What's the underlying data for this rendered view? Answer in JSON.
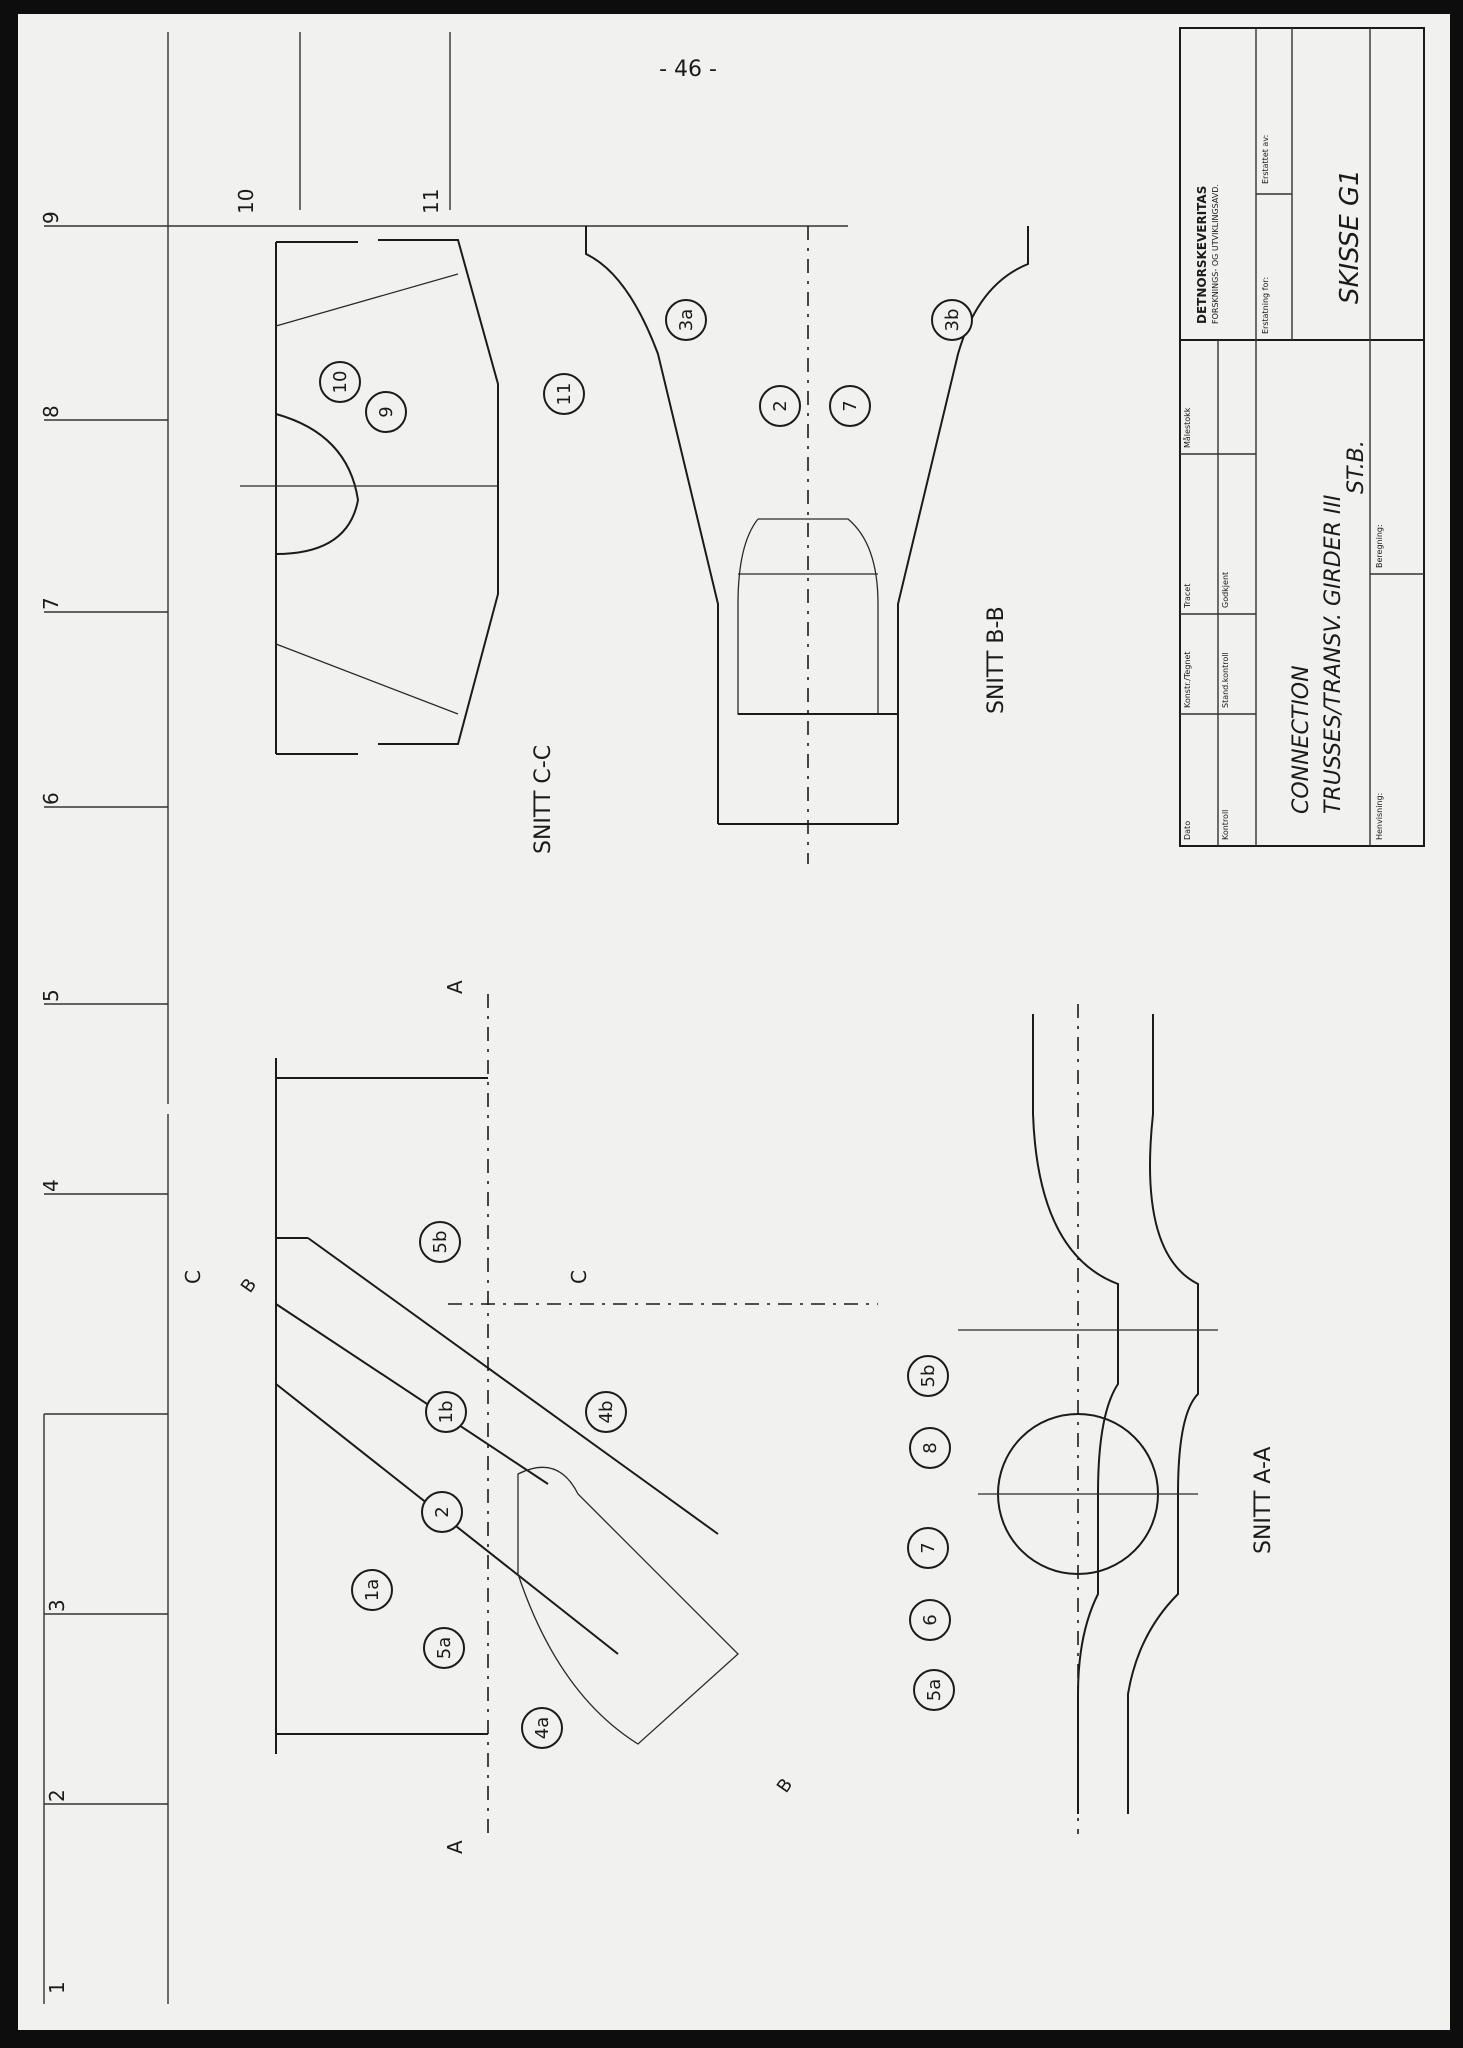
{
  "page_number": "- 46 -",
  "frame_numbers": [
    "10",
    "9",
    "8",
    "7",
    "6",
    "5",
    "4",
    "3",
    "2",
    "1",
    "11"
  ],
  "title_block": {
    "company": "DETNORSKEVERITAS",
    "department": "FORSKNINGS- OG UTVIKLINGSAVD.",
    "field_labels": {
      "replaced_by": "Erstattet av:",
      "replaces": "Erstatning for:",
      "scale": "Målestokk",
      "drawn": "Tracet",
      "approved": "Godkjent",
      "designed": "Konstr./Tegnet",
      "standard_check": "Stand.kontroll",
      "date": "Dato",
      "check": "Kontroll",
      "reference": "Henvisning:",
      "calculation": "Beregning:"
    },
    "title_lines": [
      "CONNECTION",
      "TRUSSES/TRANSV. GIRDER III",
      "ST.B."
    ],
    "drawing_id": "SKISSE G1"
  },
  "sections": {
    "c_c": "SNITT C-C",
    "b_b": "SNITT B-B",
    "a_a": "SNITT A-A"
  },
  "section_markers": {
    "a": "A",
    "c": "C",
    "b": "B"
  },
  "part_labels": {
    "p1a": "1a",
    "p1b": "1b",
    "p2": "2",
    "p3a": "3a",
    "p3b": "3b",
    "p4a": "4a",
    "p4b": "4b",
    "p5a": "5a",
    "p5b": "5b",
    "p6": "6",
    "p7": "7",
    "p8": "8",
    "p9": "9",
    "p10": "10",
    "p11": "11"
  }
}
